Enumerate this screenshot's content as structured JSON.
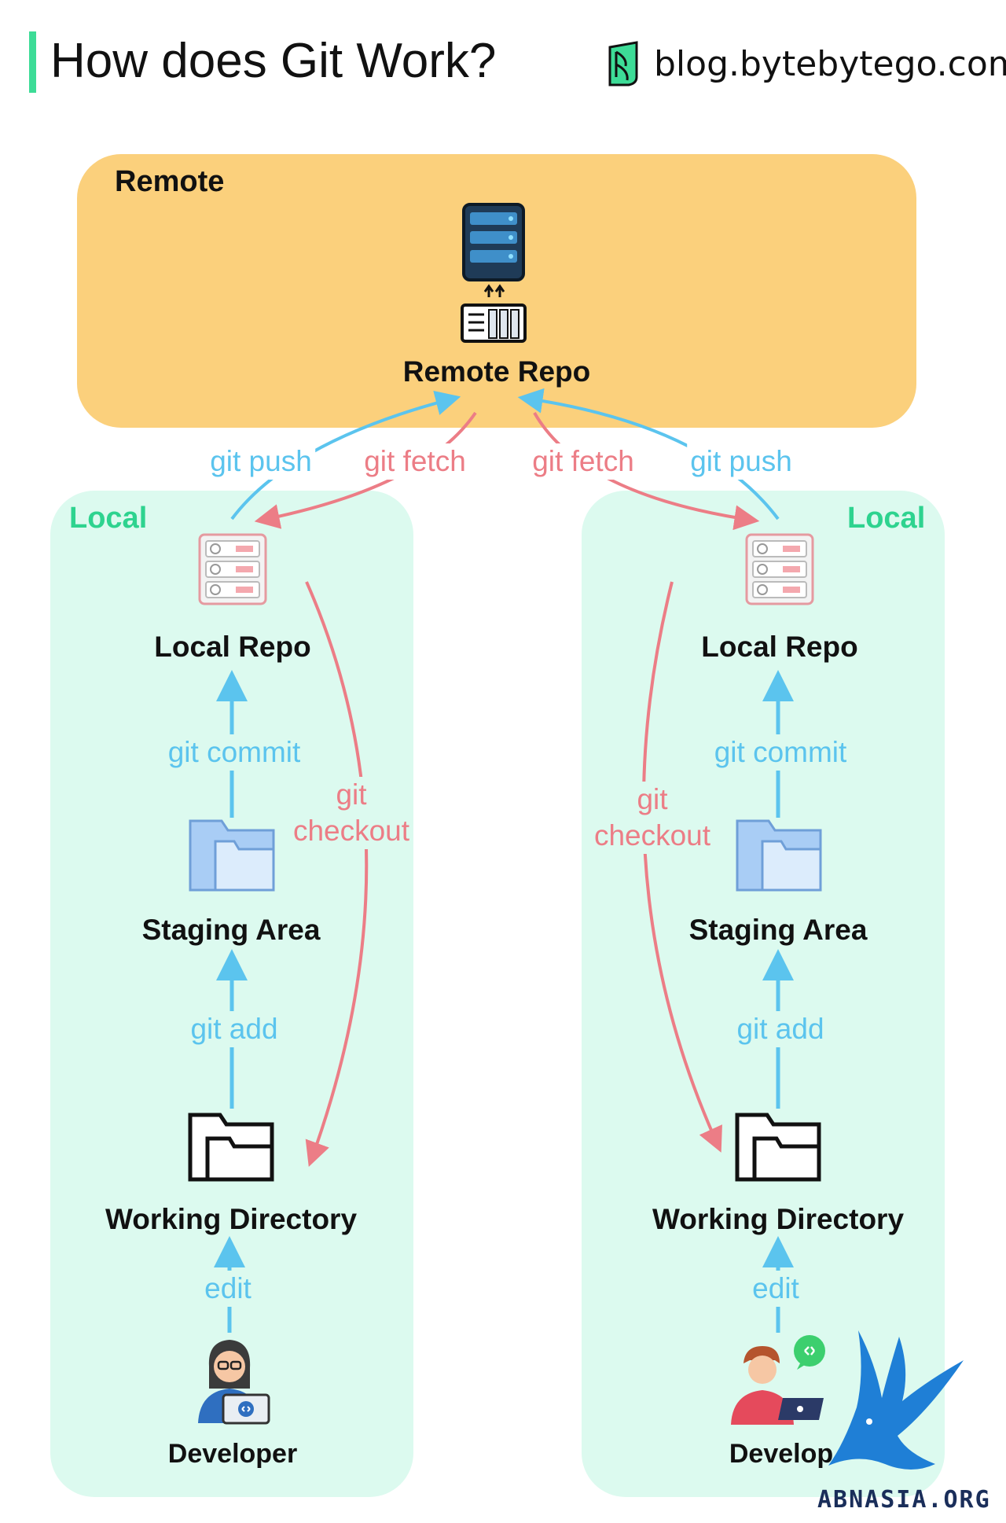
{
  "header": {
    "title": "How does Git Work?",
    "brand": "blog.bytebytego.com",
    "brand_icon": "bytebytego-logo-icon",
    "accent_color": "#3ddc97"
  },
  "remote": {
    "label": "Remote",
    "repo_label": "Remote Repo",
    "box_color": "#fbd07c",
    "icon": "server-icon"
  },
  "commands": {
    "push": "git push",
    "fetch": "git fetch",
    "commit": "git commit",
    "add": "git add",
    "checkout_line1": "git",
    "checkout_line2": "checkout",
    "edit": "edit"
  },
  "local": {
    "label": "Local",
    "repo_label": "Local Repo",
    "staging_label": "Staging Area",
    "working_label": "Working Directory",
    "box_color": "#dcfaef"
  },
  "developers": {
    "left_label": "Developer",
    "right_label": "Develop"
  },
  "colors": {
    "blue": "#5bc4ee",
    "red": "#ec7d86"
  },
  "watermark": {
    "text": "ABNASIA.ORG",
    "icon": "eagle-icon"
  }
}
